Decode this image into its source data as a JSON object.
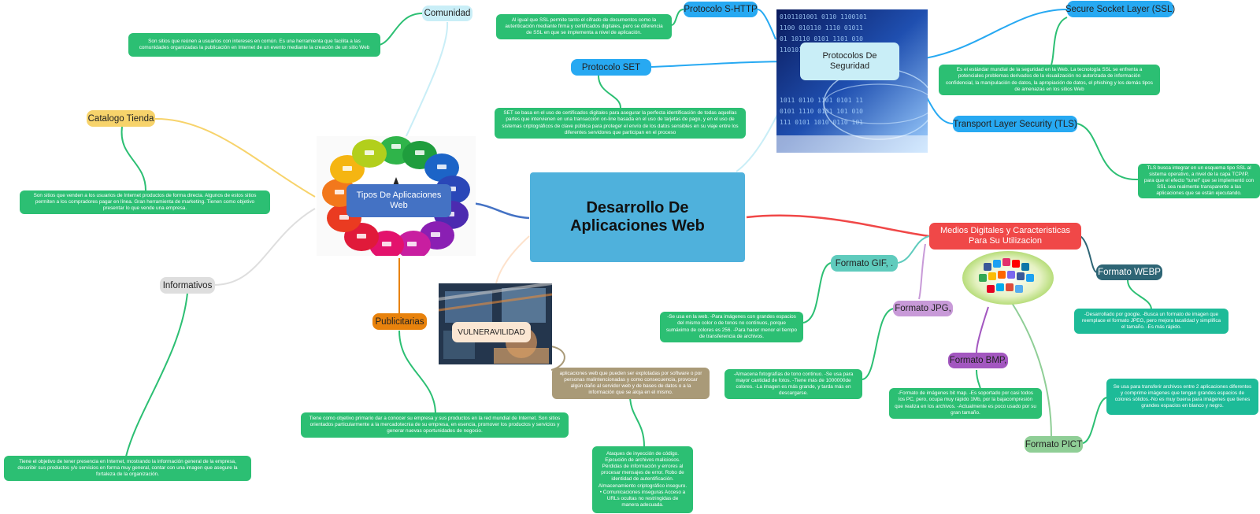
{
  "central": "Desarrollo De Aplicaciones Web",
  "tipos": {
    "title": "Tipos De Aplicaciones Web",
    "comunidad": {
      "label": "Comunidad",
      "desc": "Son sitios que reúnen a usuarios con intereses en común. Es una herramienta que facilita a las comunidades organizadas la publicación en Internet de un evento mediante la creación de un sitio Web"
    },
    "catalogo": {
      "label": "Catalogo Tienda",
      "desc": "Son sitios que venden a los usuarios de Internet productos de forma directa. Algunos de estos sitios permiten a los compradores pagar en línea. Gran herramienta de marketing. Tienen como objetivo presentar lo que vende una empresa."
    },
    "informativos": {
      "label": "Informativos",
      "desc": "Tiene el objetivo de tener presencia en Internet, mostrando la información general de la empresa, describir sus productos y/o servicios en forma muy general, contar con una imagen que asegure la fortaleza de la organización."
    },
    "publicitarias": {
      "label": "Publicitarias",
      "desc": "Tiene como objetivo primario dar a conocer su empresa y sus productos en la red mundial de Internet. Son sitios orientados particularmente a la mercadotecnia de su empresa, en esencia, promover los productos y servicios y generar nuevas oportunidades de negocio."
    }
  },
  "vulnerabilidad": {
    "label": "VULNERAVILIDAD",
    "desc": "aplicaciones web que pueden ser explotadas por software o por personas malintencionadas y como consecuencia, provocar algún daño al servidor web y de bases de datos o a la información que se aloja en el mismo.",
    "ataques": "Ataques de inyección de código. Ejecución de archivos maliciosos. Pérdidas de información y errores al procesar mensajes de error. Robo de identidad de autentificación. Almacenamiento criptográfico inseguro. • Comunicaciones inseguras Acceso a URLs ocultas no restringidas de manera adecuada."
  },
  "protocolos": {
    "title": "Protocolos De Seguridad",
    "shttp": {
      "label": "Protocolo S-HTTP",
      "desc": "Al igual que SSL permite tanto el cifrado de documentos como la autenticación mediante firma y certificados digitales, pero se diferencia de SSL en que se implementa a nivel de aplicación."
    },
    "set": {
      "label": "Protocolo SET",
      "desc": "SET se basa en el uso de certificados digitales para asegurar la perfecta identificación de todas aquellas partes que intervienen en una transacción on-line basada en el uso de tarjetas de pago, y en el uso de sistemas criptográficos de clave pública para proteger el envío de los datos sensibles en su viaje entre los diferentes servidores que participan en el proceso"
    },
    "ssl": {
      "label": "Secure Socket Layer (SSL)",
      "desc": "Es el estándar mundial de la seguridad en la Web. La tecnología SSL se enfrenta a potenciales problemas derivados de la visualización no autorizada de información confidencial, la manipulación de datos, la apropiación de datos, el phishing y los demás tipos de amenazas en los sitios Web"
    },
    "tls": {
      "label": "Transport Layer Security (TLS)",
      "desc": "TLS busca integrar en un esquema tipo SSL al sistema operativo, a nivel de la capa TCP/IP, para que el efecto \"tunel\" que se implementó con SSL sea realmente transparente a las aplicaciones que se están ejecutando."
    }
  },
  "medios": {
    "title": "Medios Digitales y Caracteristicas Para Su Utilizacion",
    "gif": {
      "label": "Formato GIF, .",
      "desc": "-Se usa en la web. -Para imágenes con grandes espacios del mismo color o de tonos no continuos, porque sumáximo de colores es 256. -Para hacer menor el tiempo de transferencia de archivos."
    },
    "jpg": {
      "label": "Formato JPG,",
      "desc": "-Almacena fotografías de tono continuo. -Se usa para mayor cantidad de fotos. -Tiene más de 1000000de colores. -La imagen es más grande, y tarda más en descargarse."
    },
    "bmp": {
      "label": "Formato BMP,",
      "desc": "-Formato de imágenes bit map. -Es soportado por casi todos los PC, pero, ocupa muy rápido 1Mb, por la bajacompresión que realiza en los archivos. -Actualmente es poco usado por su gran tamaño."
    },
    "webp": {
      "label": "Formato WEBP",
      "desc": "-Desarrollado por google. -Busca un formato de imagen que reemplace el formato JPEG, pero mejora lacalidad y simplifica el tamaño. -Es más rápido."
    },
    "pict": {
      "label": "Formato PICT",
      "desc": "Se usa para transferir archivos entre 2 aplicaciones diferentes y comprime imágenes que tengan grandes espacios de colores sólidos.-No es muy buena para imágenes que tienes grandes espacios en blanco y negro."
    }
  },
  "colors": {
    "central": "#4fb1dc",
    "tipos": "#4472c4",
    "protocolos": "#27a9f2",
    "medios": "#f04848",
    "green": "#2cbf73",
    "catalogo": "#f7d36b",
    "publicitarias": "#e8820c",
    "comunidad": "#c9eef7",
    "informativos": "#dedede",
    "vulnerabilidad": "#a99a78",
    "gif": "#5fcbbd",
    "jpg": "#c89ad8",
    "bmp": "#a357c0",
    "webp": "#2e6575",
    "pict": "#8fce96"
  },
  "images": {
    "tipos": "colorful-social-icons-flower",
    "protocolos": "binary-code-globe",
    "vulnerabilidad": "hacker-sql-injection",
    "medios": "social-media-icons-cluster"
  }
}
